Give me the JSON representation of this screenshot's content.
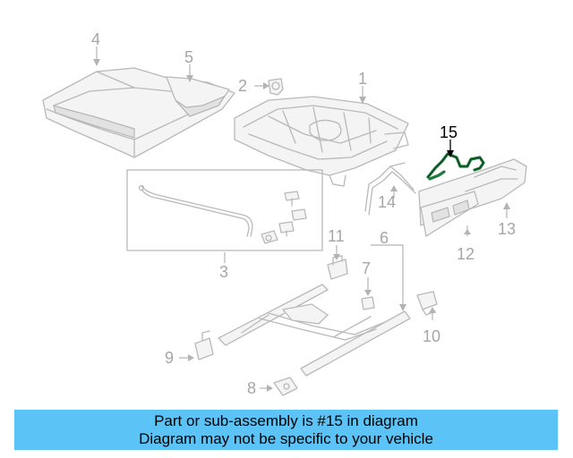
{
  "labels": {
    "p1": "1",
    "p2": "2",
    "p3": "3",
    "p4": "4",
    "p5": "5",
    "p6": "6",
    "p7": "7",
    "p8": "8",
    "p9": "9",
    "p10": "10",
    "p11": "11",
    "p12": "12",
    "p13": "13",
    "p14": "14",
    "p15": "15"
  },
  "highlighted_part": "15",
  "banner": {
    "line1": "Part or sub-assembly is #15 in diagram",
    "line2": "Diagram may not be specific to your vehicle",
    "color": "#5bc3f5"
  },
  "colors": {
    "part_outline": "#b9b9b9",
    "highlight": "#1d7a3a"
  }
}
